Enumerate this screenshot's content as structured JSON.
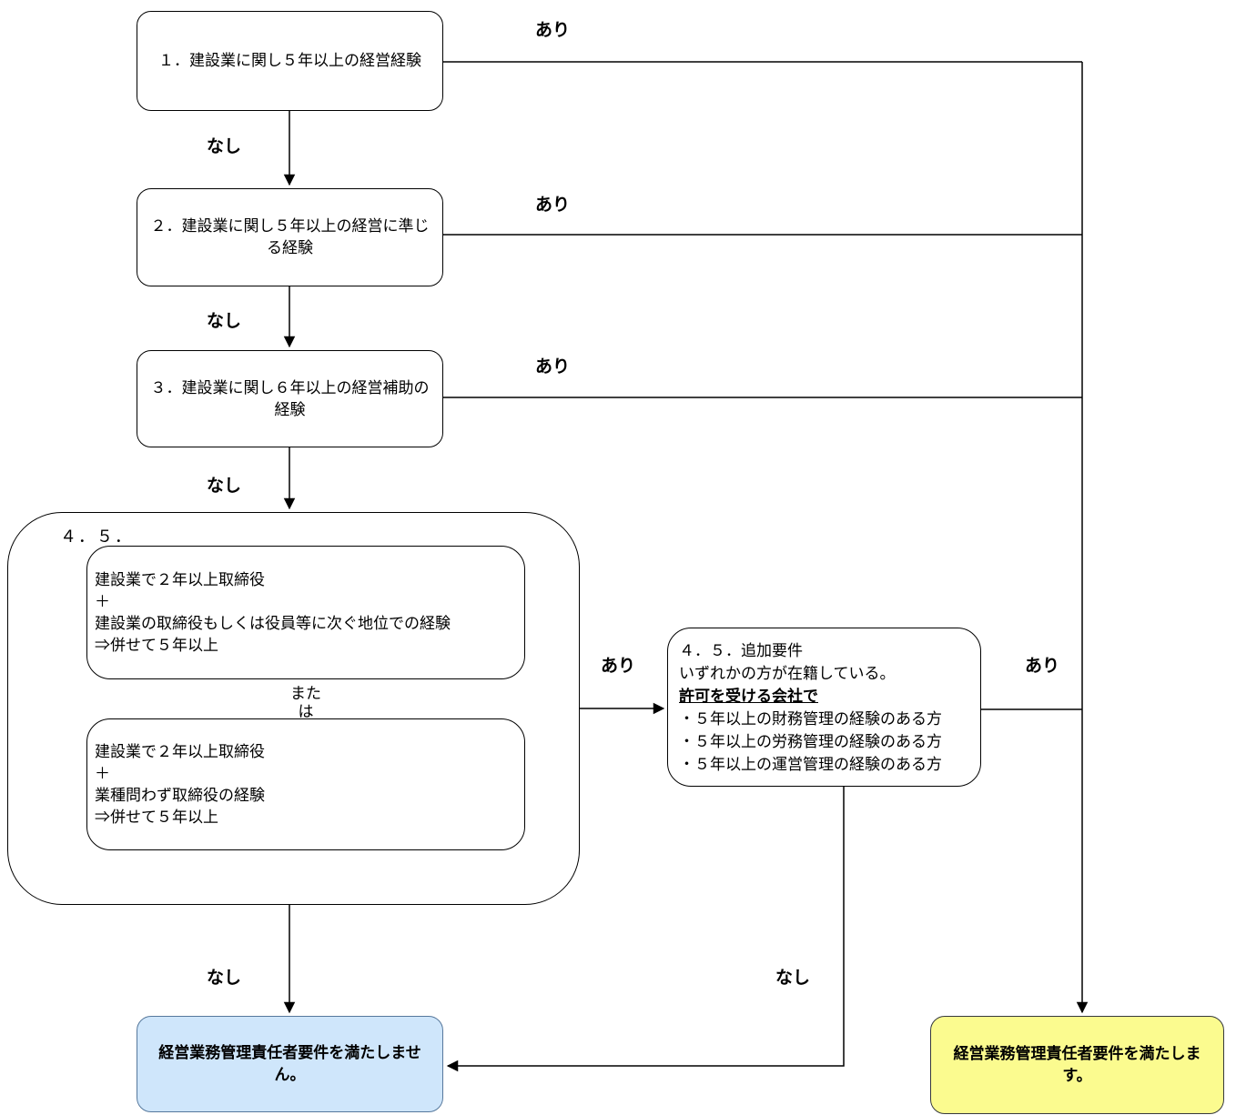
{
  "diagram": {
    "nodes": {
      "step1": "１．建設業に関し５年以上の経営経験",
      "step2": "２．建設業に関し５年以上の経営に準じる経験",
      "step3": "３．建設業に関し６年以上の経営補助の経験",
      "group_label": "４．５．",
      "option_a": {
        "l1": "建設業で２年以上取締役",
        "l2": "＋",
        "l3": "建設業の取締役もしくは役員等に次ぐ地位での経験",
        "l4": "⇒併せて５年以上"
      },
      "or": {
        "l1": "また",
        "l2": "は"
      },
      "option_b": {
        "l1": "建設業で２年以上取締役",
        "l2": "＋",
        "l3": "業種問わず取締役の経験",
        "l4": "⇒併せて５年以上"
      },
      "additional": {
        "l1": "４．５．追加要件",
        "l2": "いずれかの方が在籍している。",
        "l3": "許可を受ける会社で",
        "l4": "・５年以上の財務管理の経験のある方",
        "l5": "・５年以上の労務管理の経験のある方",
        "l6": "・５年以上の運営管理の経験のある方"
      },
      "fail": "経営業務管理責任者要件を満たしません。",
      "pass": "経営業務管理責任者要件を満たします。"
    },
    "edge_labels": {
      "yes1": "あり",
      "yes2": "あり",
      "yes3": "あり",
      "yes4": "あり",
      "yes5": "あり",
      "no1": "なし",
      "no2": "なし",
      "no3": "なし",
      "no4": "なし",
      "no5": "なし"
    },
    "colors": {
      "fail_fill": "#cfe6fb",
      "fail_border": "#56789c",
      "pass_fill": "#fbfb8f",
      "pass_border": "#36393d",
      "line": "#000000"
    }
  }
}
